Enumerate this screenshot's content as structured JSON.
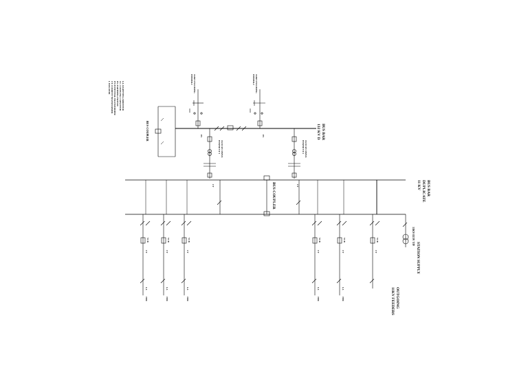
{
  "legend": {
    "items": [
      "LA. LIGHTNING ARRESTOR",
      "CC. COUPLING CAPACITOR",
      "ES. EARTHING SWITCH",
      "PT. POTENTIAL TRANSFORMER",
      "CT. CURRENT TRANSFORMER",
      "I. ISOLATOR"
    ]
  },
  "bus_132": {
    "label_line1": "132 KV D",
    "label_line2": "BUS BAR"
  },
  "bus_11": {
    "label_line1": "11 KV",
    "label_line2": "DUPLICATE",
    "label_line3": "BUS BAR"
  },
  "incoming_1": {
    "label_line1": "132KV INCOMING",
    "label_line2": "FEEDER-1"
  },
  "incoming_2": {
    "label_line1": "132KV INCOMING",
    "label_line2": "FEEDER-2"
  },
  "transformer_1": {
    "label_line1": "132/11 KV 10MVA",
    "label_line2": "POWER T/F 1"
  },
  "transformer_2": {
    "label_line1": "132/11 KV 10MVA",
    "label_line2": "POWER T/F 2"
  },
  "bus_coupler_132": {
    "label": "BUS COUPLER"
  },
  "bus_coupler_11": {
    "label": "BUS COUPLER"
  },
  "station_supply": {
    "label_line1": "11KV/415V T/F",
    "label_line2": "STATION SUPPLY"
  },
  "feeders_outgoing": {
    "label_line1": "11KV FEEDERS",
    "label_line2": "OUTGOING"
  },
  "feeder_tag": "FDR",
  "vcb_tag": "VCB",
  "ct_tag": "CT",
  "la_tag": "LA",
  "es_tag": "ES"
}
